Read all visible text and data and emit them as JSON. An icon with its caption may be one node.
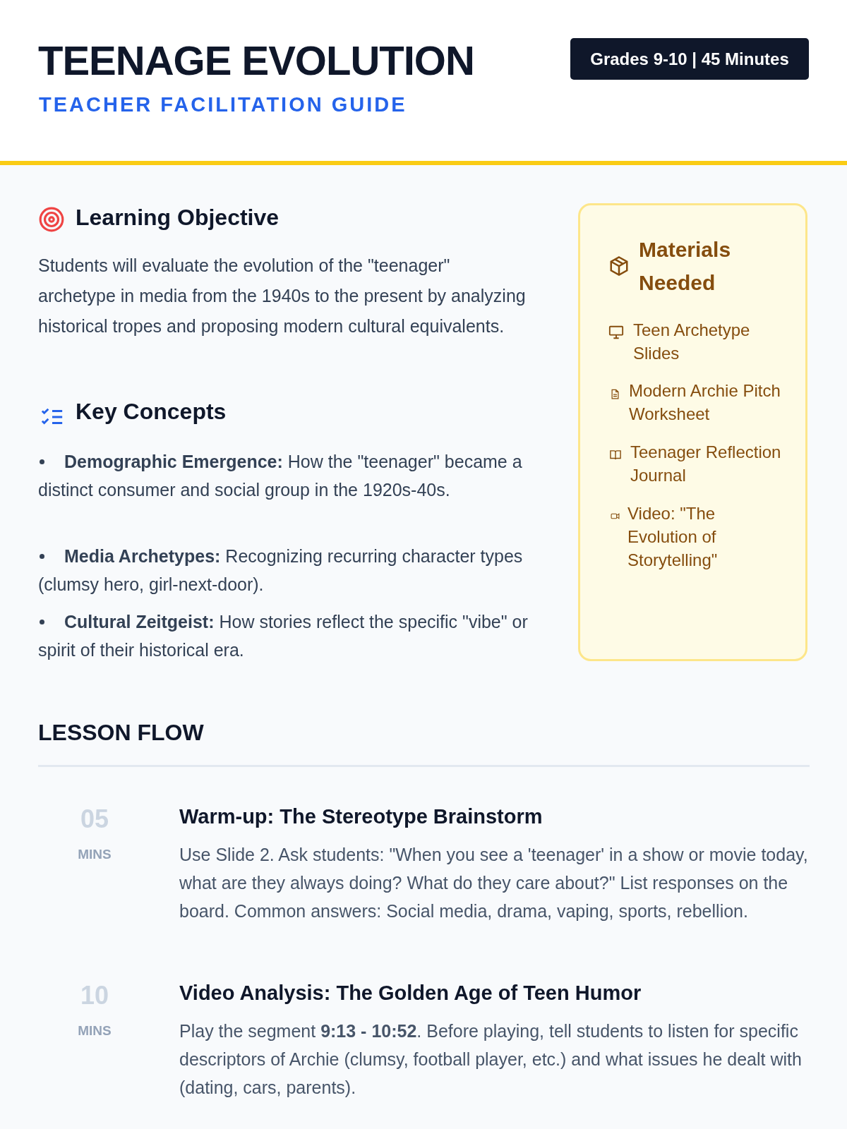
{
  "diagram": {
    "title": "TEENAGE EVOLUTION",
    "labels": [
      "TEACHER FACILITATION GUIDE",
      "Grades 9-10 | 45 Minutes",
      "Learning Objective",
      "Students will evaluate the evolution of the \"teenager\" archetype in media from the 1940s to the present by analyzing historical tropes and proposing modern cultural equivalents.",
      "Key Concepts",
      "**Demographic Emergence:** How the \"teenager\" became a distinct consumer and social group in the 1920s-40s.",
      "**Media Archetypes:** Recognizing recurring character types (clumsy hero, girl-next-door).",
      "**Cultural Zeitgeist:** How stories reflect the specific \"vibe\" or spirit of their historical era.",
      "Materials Needed",
      "Teen Archetype Slides",
      "Modern Archie Pitch Worksheet",
      "Teenager Reflection Journal",
      "Video: \"The Evolution of Storytelling\"",
      "LESSON FLOW",
      "05",
      "MINS",
      "Warm-up: The Stereotype Brainstorm",
      "Use Slide 2. Ask students: \"When you see a 'teenager' in a show or movie today, what are they always doing? What do they care about?\" List responses on the board. Common answers: Social media, drama, vaping, sports, rebellion.",
      "10",
      "MINS",
      "Video Analysis: The Golden Age of Teen Humor",
      "Play the segment **9:13 - 10:52**. Before playing, tell students to listen for specific descriptors of Archie (clumsy, football player, etc.) and what issues he dealt with (dating, cars, parents)."
    ]
  }
}
